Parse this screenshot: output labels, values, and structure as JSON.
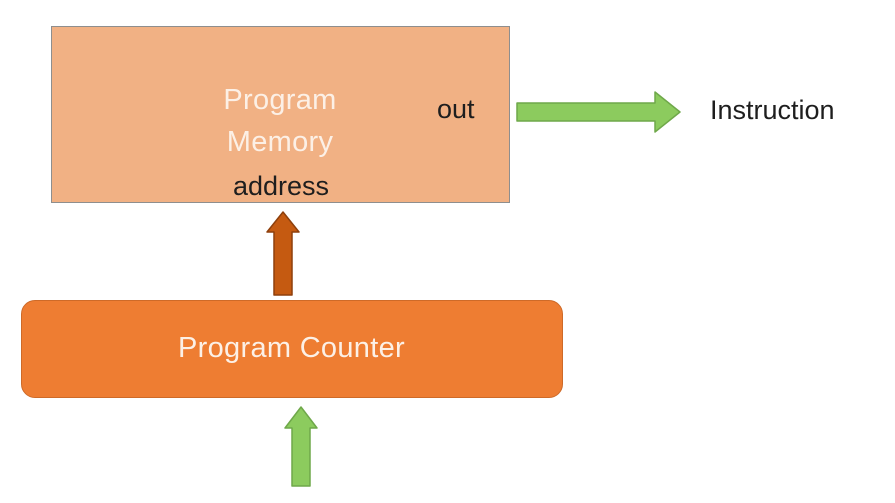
{
  "program_memory": {
    "title_line1": "Program",
    "title_line2": "Memory",
    "address_label": "address",
    "out_label": "out"
  },
  "program_counter": {
    "label": "Program Counter"
  },
  "output": {
    "label": "Instruction"
  },
  "colors": {
    "memory_fill": "#F1B184",
    "counter_fill": "#EE7D32",
    "address_arrow": "#C55A11",
    "flow_arrow": "#8CCB5E"
  }
}
